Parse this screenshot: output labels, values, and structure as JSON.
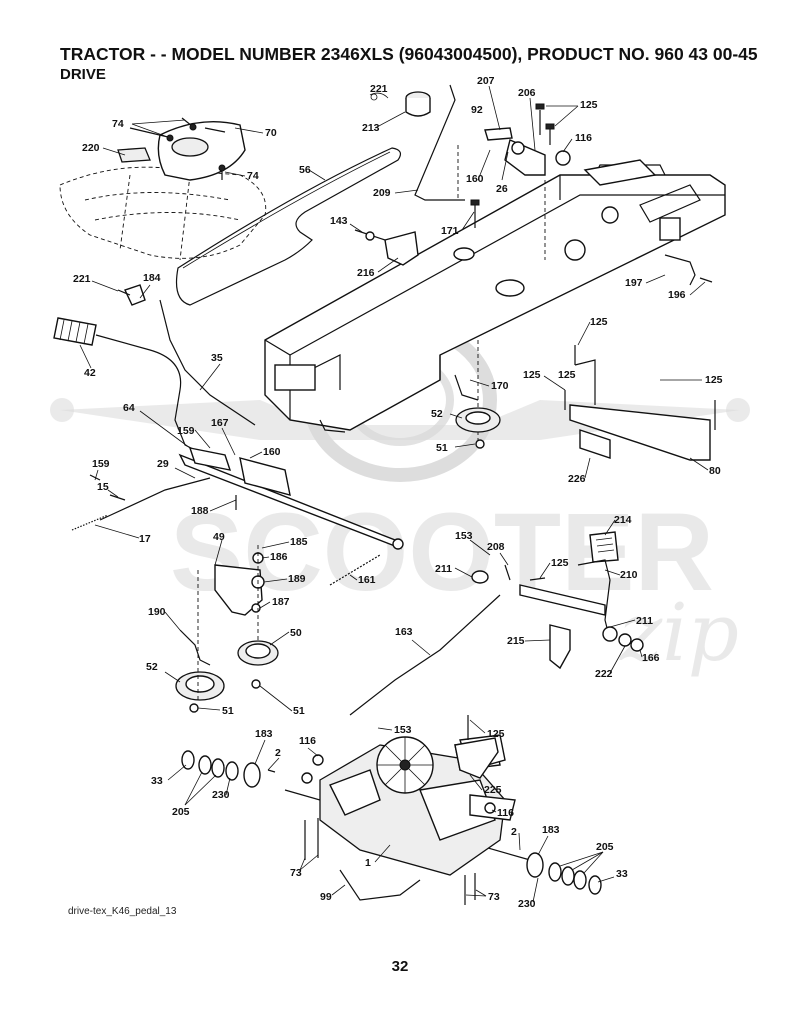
{
  "header": {
    "title": "TRACTOR - - MODEL NUMBER 2346XLS (96043004500), PRODUCT NO. 960 43 00-45",
    "subtitle": "DRIVE"
  },
  "footer": {
    "drawing_code": "drive-tex_K46_pedal_13",
    "page_number": "32"
  },
  "watermark": {
    "text": "SCOOTER",
    "script": "zip"
  },
  "part_labels": [
    "221",
    "213",
    "207",
    "92",
    "206",
    "125",
    "125",
    "116",
    "74",
    "70",
    "220",
    "74",
    "56",
    "160",
    "26",
    "209",
    "171",
    "143",
    "216",
    "221",
    "184",
    "197",
    "196",
    "42",
    "35",
    "125",
    "125",
    "125",
    "170",
    "52",
    "51",
    "64",
    "159",
    "167",
    "160",
    "80",
    "226",
    "159",
    "29",
    "15",
    "188",
    "17",
    "49",
    "185",
    "186",
    "189",
    "161",
    "214",
    "153",
    "208",
    "211",
    "125",
    "210",
    "187",
    "190",
    "50",
    "163",
    "211",
    "215",
    "222",
    "166",
    "52",
    "51",
    "51",
    "183",
    "2",
    "116",
    "153",
    "125",
    "33",
    "225",
    "205",
    "230",
    "116",
    "2",
    "183",
    "205",
    "73",
    "99",
    "73",
    "33",
    "230",
    "1"
  ]
}
